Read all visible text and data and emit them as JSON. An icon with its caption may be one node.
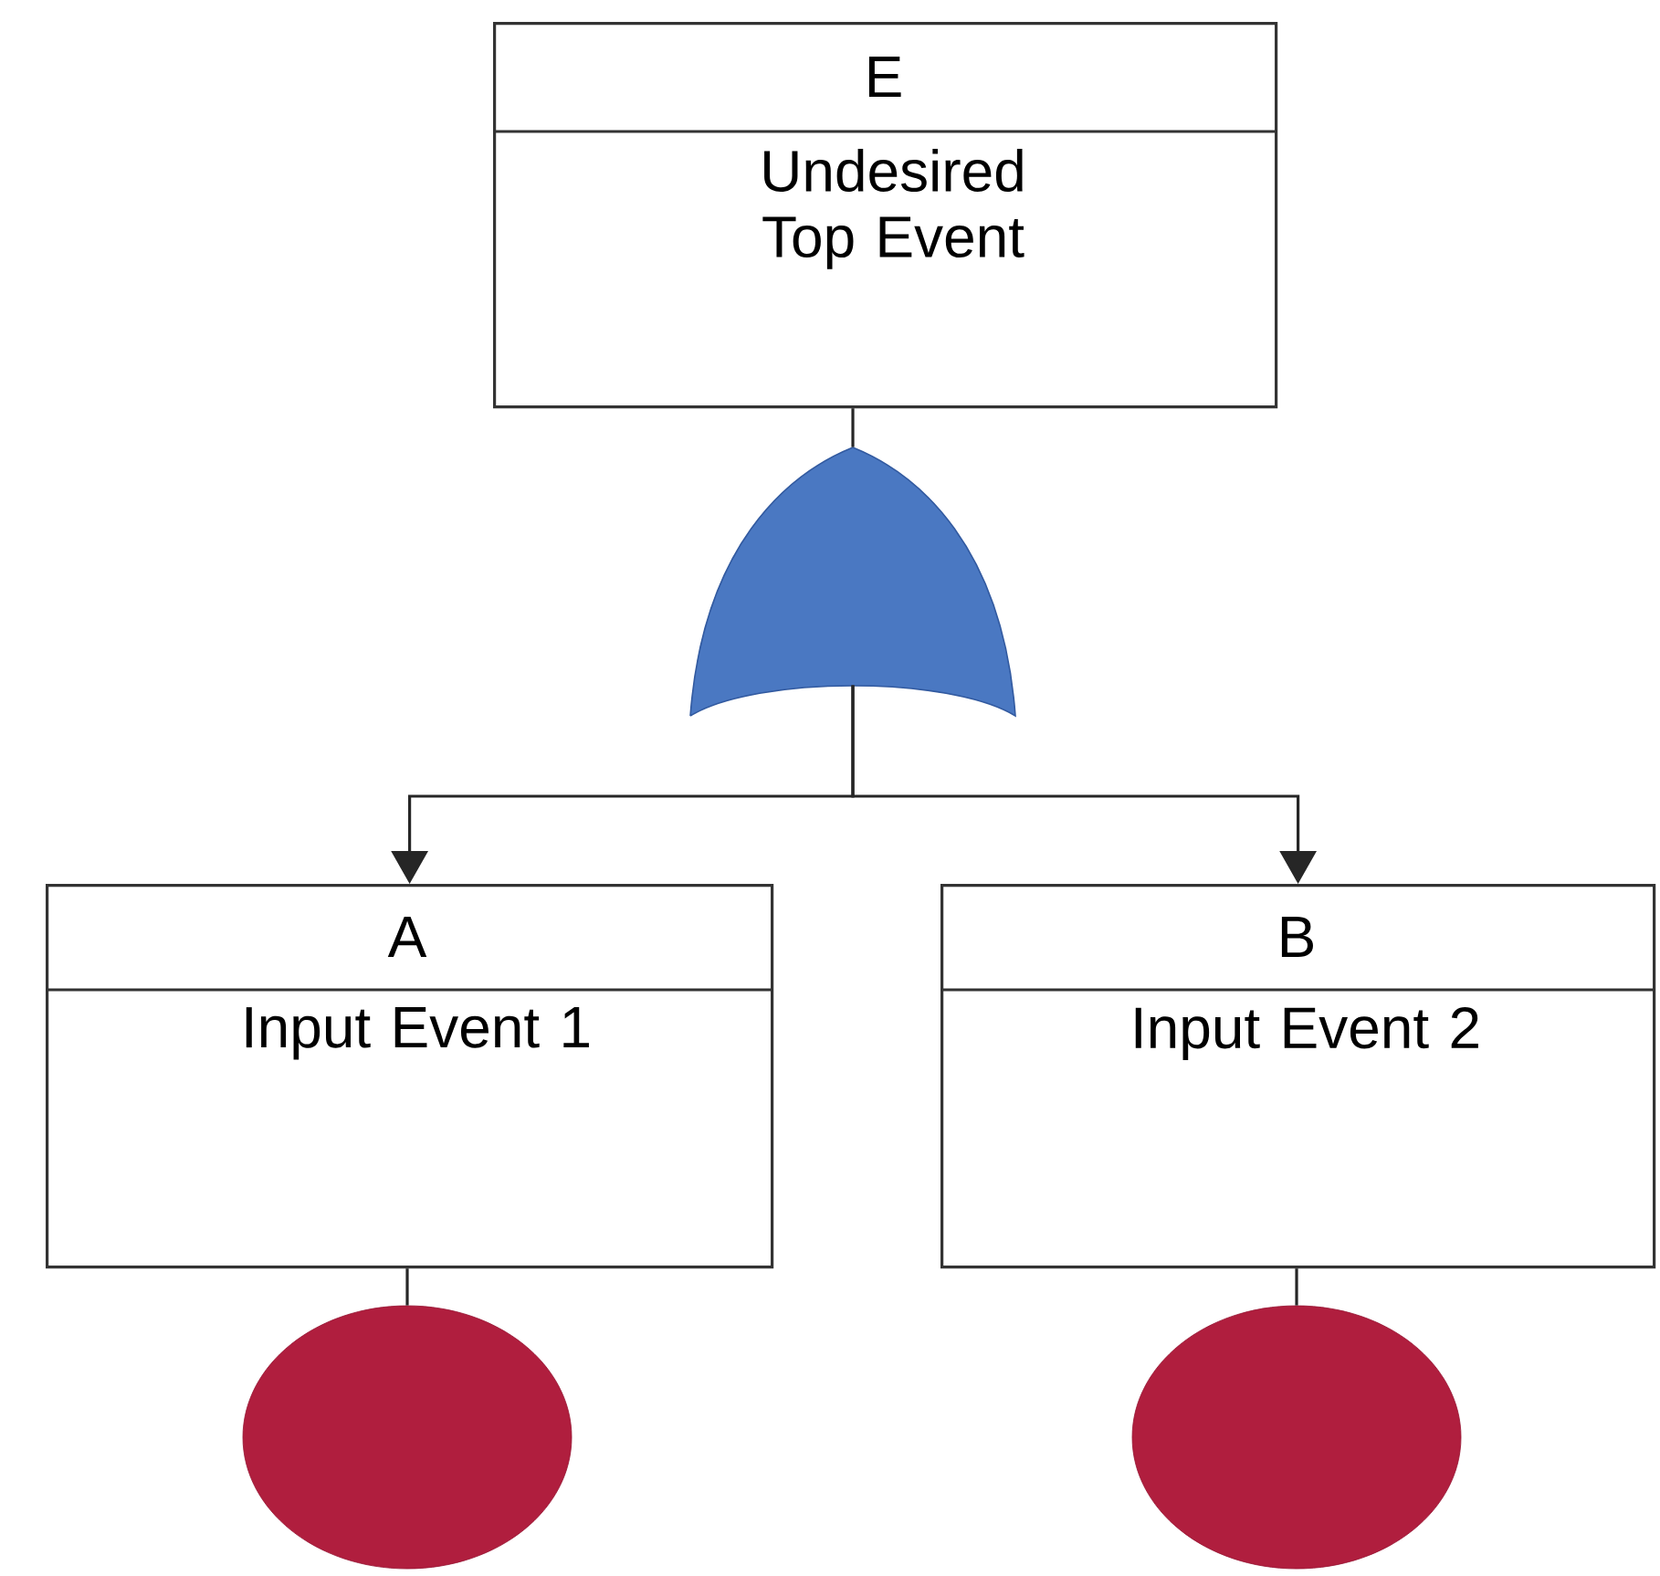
{
  "diagram": {
    "nodes": [
      {
        "text": [
          "E",
          "Undesired Top Event"
        ]
      },
      {
        "text": [],
        "shape": "gate"
      },
      {
        "text": [
          "A",
          "Input Event 1"
        ]
      },
      {
        "text": [
          "B",
          "Input Event 2"
        ]
      },
      {
        "text": [],
        "shape": "circle"
      },
      {
        "text": [],
        "shape": "circle"
      }
    ],
    "edges": [
      {
        "from": 0,
        "to": 1,
        "arrow": "none"
      },
      {
        "from": 1,
        "to": 2,
        "arrow": "to"
      },
      {
        "from": 1,
        "to": 3,
        "arrow": "to"
      },
      {
        "from": 2,
        "to": 4,
        "arrow": "none"
      },
      {
        "from": 3,
        "to": 5,
        "arrow": "none"
      }
    ]
  }
}
